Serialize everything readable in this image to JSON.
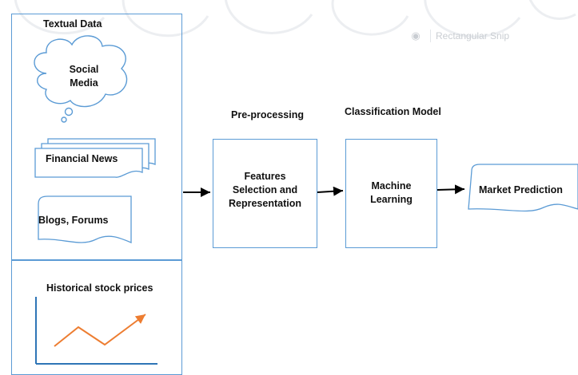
{
  "watermark": {
    "snip_label": "Rectangular Snip",
    "snip_icon": "snip-icon"
  },
  "inputs": {
    "textual_title": "Textual Data",
    "social_media": [
      "Social",
      "Media"
    ],
    "financial_news": "Financial News",
    "blogs_forums": "Blogs, Forums",
    "historical_title": "Historical stock prices"
  },
  "preprocessing": {
    "heading": "Pre-processing",
    "lines": [
      "Features",
      "Selection and",
      "Representation"
    ]
  },
  "classification": {
    "heading": "Classification Model",
    "lines": [
      "Machine",
      "Learning"
    ]
  },
  "output": {
    "label": "Market Prediction"
  },
  "colors": {
    "border": "#5b9bd5",
    "trend": "#ed7d31",
    "axis": "#2e75b6",
    "arrow": "#000000"
  }
}
